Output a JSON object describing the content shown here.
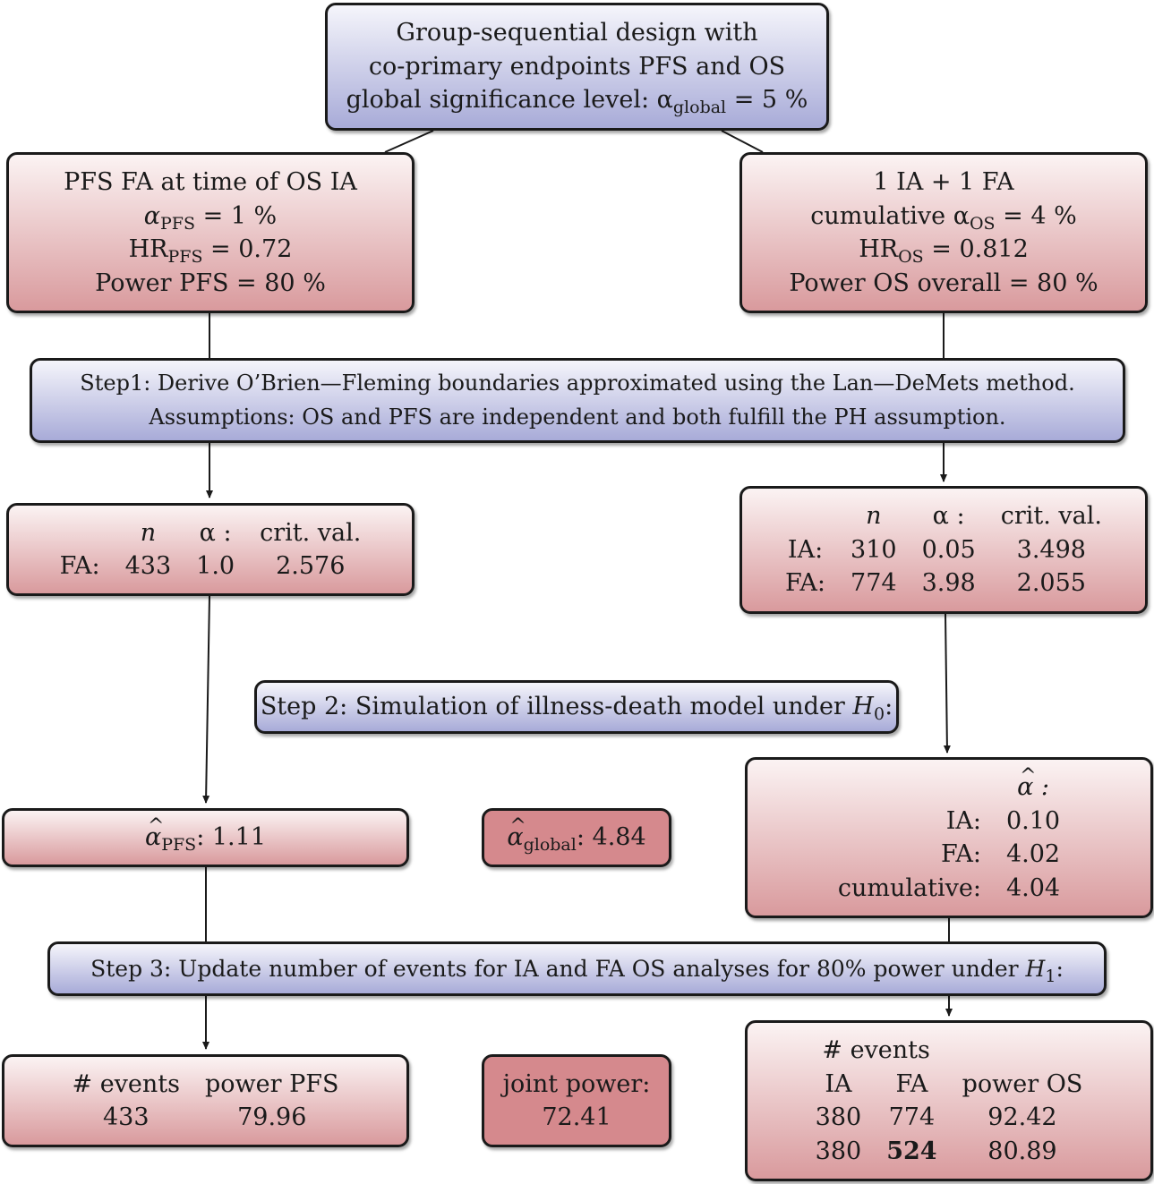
{
  "top": {
    "line1": "Group-sequential design with",
    "line2": "co-primary endpoints PFS and OS",
    "line3_prefix": "global significance level: α",
    "line3_sub": "global",
    "line3_suffix": " = 5 %"
  },
  "pfs_design": {
    "line1": "PFS FA at time of OS IA",
    "alpha_sym": "α",
    "alpha_sub": "PFS",
    "alpha_val": " = 1 %",
    "hr_sym": "HR",
    "hr_sub": "PFS",
    "hr_val": " = 0.72",
    "power": "Power PFS = 80 %"
  },
  "os_design": {
    "line1": "1 IA + 1 FA",
    "alpha_prefix": "cumulative α",
    "alpha_sub": "OS",
    "alpha_val": " = 4 %",
    "hr_sym": "HR",
    "hr_sub": "OS",
    "hr_val": " = 0.812",
    "power": "Power OS overall = 80 %"
  },
  "step1": {
    "line1": "Step1: Derive O’Brien—Fleming boundaries approximated using the Lan—DeMets method.",
    "line2": "Assumptions: OS and PFS are independent and both fulfill the PH assumption."
  },
  "pfs_bounds": {
    "headers": [
      "",
      "n",
      "α :",
      "crit. val."
    ],
    "rows": [
      [
        "FA:",
        "433",
        "1.0",
        "2.576"
      ]
    ]
  },
  "os_bounds": {
    "headers": [
      "",
      "n",
      "α :",
      "crit. val."
    ],
    "rows": [
      [
        "IA:",
        "310",
        "0.05",
        "3.498"
      ],
      [
        "FA:",
        "774",
        "3.98",
        "2.055"
      ]
    ]
  },
  "step2": {
    "prefix": "Step 2: Simulation of illness-death model under ",
    "h": "H",
    "h_sub": "0",
    "suffix": ":"
  },
  "pfs_sim": {
    "sym": "α",
    "sub": "PFS",
    "val": ": 1.11"
  },
  "global_sim": {
    "sym": "α",
    "sub": "global",
    "val": ": 4.84"
  },
  "os_sim": {
    "header": "α :",
    "rows": [
      [
        "IA:",
        "0.10"
      ],
      [
        "FA:",
        "4.02"
      ],
      [
        "cumulative:",
        "4.04"
      ]
    ]
  },
  "step3": {
    "prefix": "Step 3: Update number of events for IA and FA OS analyses for 80% power under ",
    "h": "H",
    "h_sub": "1",
    "suffix": ":"
  },
  "pfs_result": {
    "headers": [
      "# events",
      "power PFS"
    ],
    "row": [
      "433",
      "79.96"
    ]
  },
  "joint": {
    "label": "joint power:",
    "value": "72.41"
  },
  "os_result": {
    "title": "# events",
    "headers": [
      "IA",
      "FA",
      "power OS"
    ],
    "rows": [
      [
        "380",
        "774",
        "92.42"
      ],
      [
        "380",
        "524",
        "80.89"
      ]
    ]
  },
  "colors": {
    "blue_top": "#f5f5fb",
    "blue_bottom": "#a8abd8",
    "red_top": "#fbf3f3",
    "red_bottom": "#d99a9d",
    "solid_red": "#d5898d",
    "border": "#1a1a1a"
  }
}
